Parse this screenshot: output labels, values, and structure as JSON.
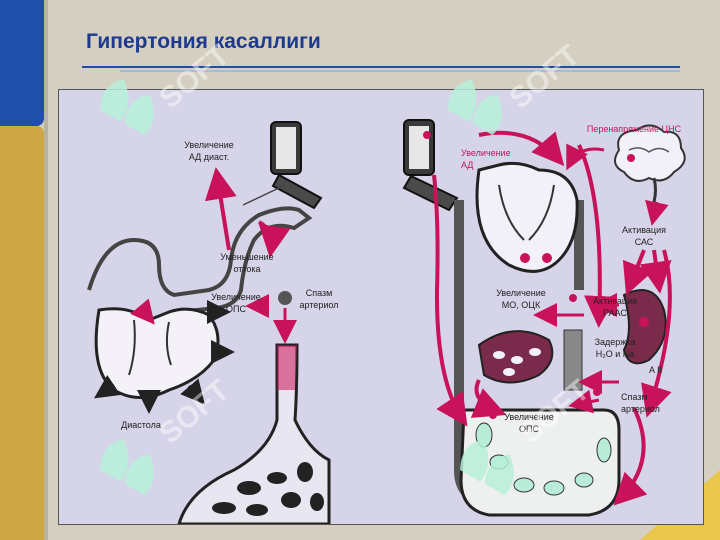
{
  "slide": {
    "title": "Гипертония касаллиги",
    "colors": {
      "title": "#1d3a8e",
      "accent": "#c8125a",
      "band": "#1f4fa8",
      "panel": "#d6d4e8"
    }
  },
  "left_diagram": {
    "labels": {
      "increase_dbp_l1": "Увеличение",
      "increase_dbp_l2": "АД диаст.",
      "reduced_outflow_l1": "Уменьшение",
      "reduced_outflow_l2": "оттока",
      "increase_tpr_l1": "Увеличение",
      "increase_tpr_l2": "ОПС",
      "arteriole_spasm_l1": "Спазм",
      "arteriole_spasm_l2": "артериол",
      "diastole": "Диастола"
    }
  },
  "right_diagram": {
    "labels": {
      "increase_bp_l1": "Увеличение",
      "increase_bp_l2": "АД",
      "cns_overstrain": "Перенапряжение ЦНС",
      "sas_activation_l1": "Активация",
      "sas_activation_l2": "САС",
      "increase_co_l1": "Увеличение",
      "increase_co_l2": "МО, ОЦК",
      "raas_activation_l1": "Активация",
      "raas_activation_l2": "РААС",
      "retention_l1": "Задержка",
      "retention_l2": "H₂O и Na",
      "angiotensin": "A II",
      "arteriole_spasm_l1": "Спазм",
      "arteriole_spasm_l2": "артериол",
      "increase_tpr_l1": "Увеличение",
      "increase_tpr_l2": "ОПС"
    }
  },
  "watermark": {
    "logo_text": "SOFT",
    "icon": "leaf-logo-icon"
  }
}
